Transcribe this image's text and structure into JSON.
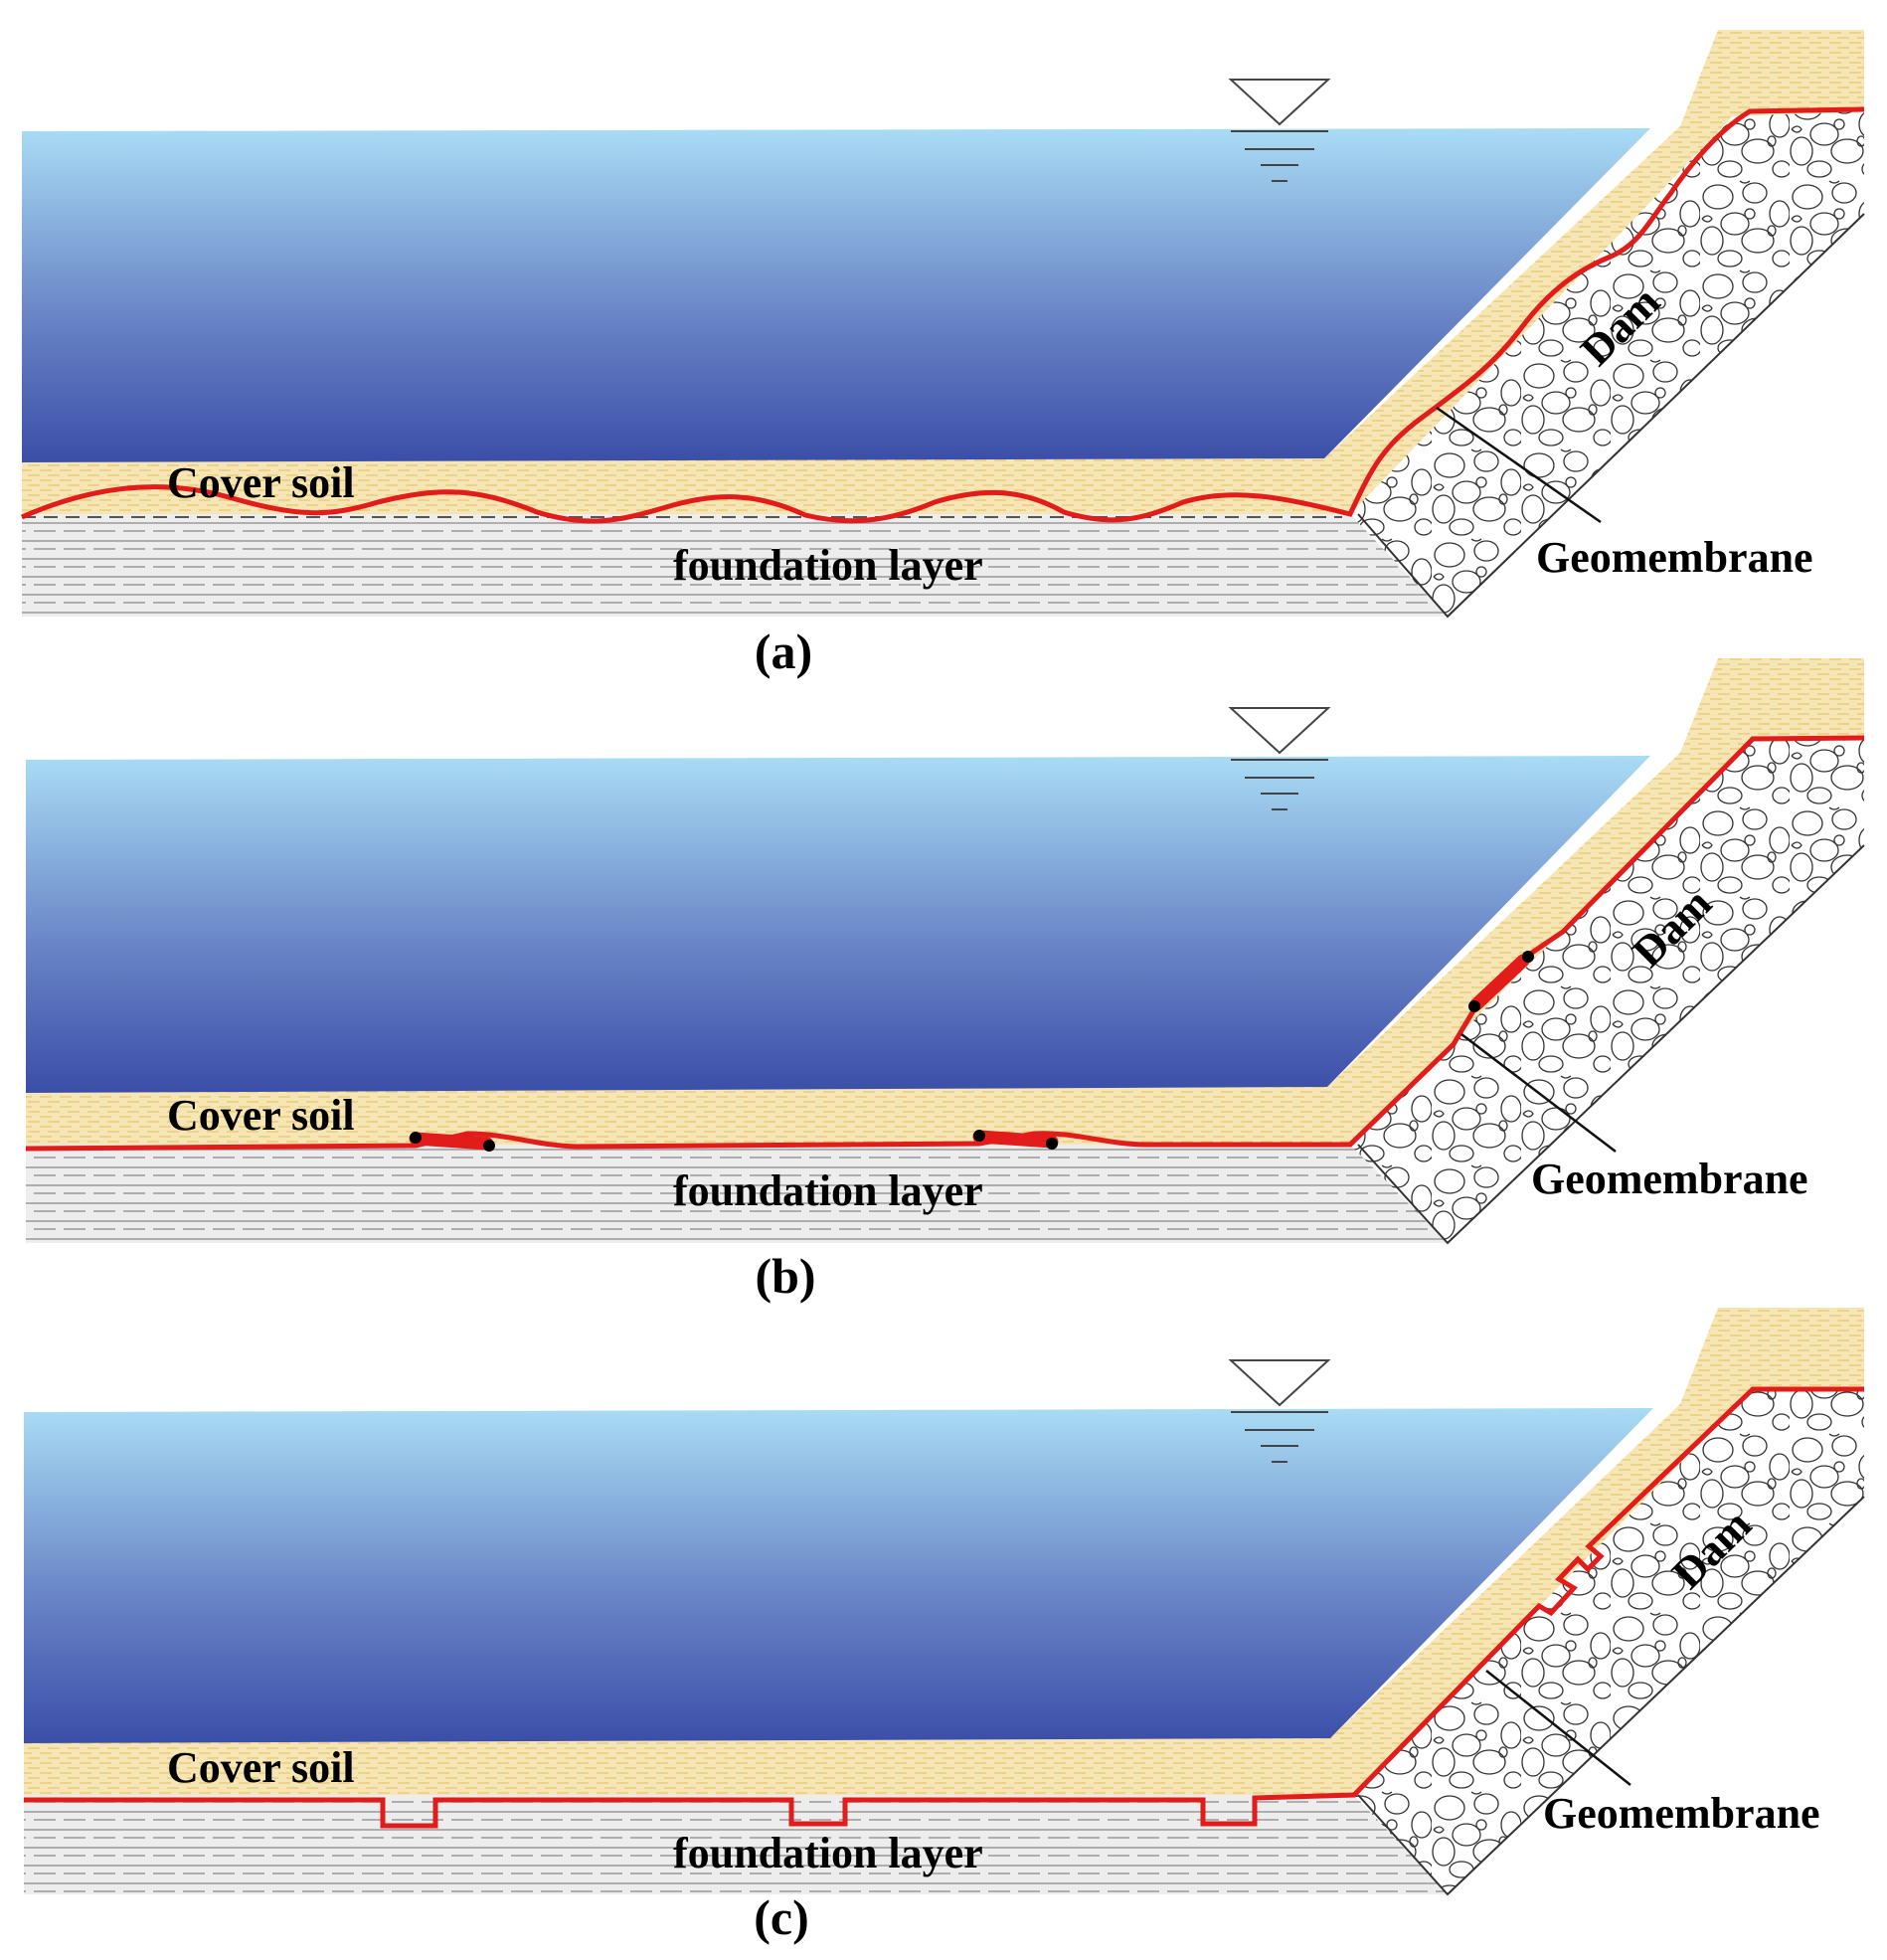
{
  "panels": [
    {
      "id": "a",
      "caption": "(a)",
      "cover_soil_label": "Cover soil",
      "foundation_label": "foundation layer",
      "dam_label": "Dam",
      "geomembrane_label": "Geomembrane",
      "geomembrane_condition": "wrinkled"
    },
    {
      "id": "b",
      "caption": "(b)",
      "cover_soil_label": "Cover soil",
      "foundation_label": "foundation layer",
      "dam_label": "Dam",
      "geomembrane_label": "Geomembrane",
      "geomembrane_condition": "seam defects"
    },
    {
      "id": "c",
      "caption": "(c)",
      "cover_soil_label": "Cover soil",
      "foundation_label": "foundation layer",
      "dam_label": "Dam",
      "geomembrane_label": "Geomembrane",
      "geomembrane_condition": "stepped / trenched"
    }
  ],
  "colors": {
    "water_top": "#a9dcf5",
    "water_bottom": "#3b4ea8",
    "cover_soil": "#f7e6b5",
    "cover_soil_stripe": "#e8c774",
    "foundation": "#e9e9e9",
    "geomembrane": "#e21b1b"
  }
}
